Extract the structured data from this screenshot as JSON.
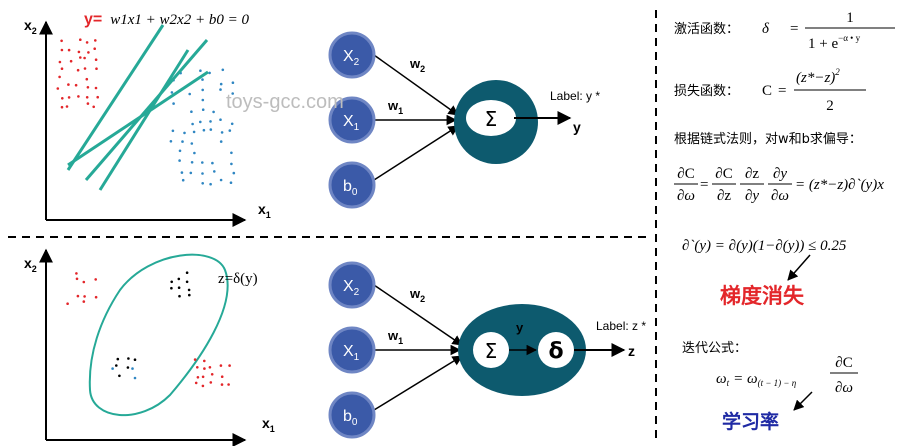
{
  "top_panel": {
    "y_axis": "x",
    "y_axis_sub": "2",
    "x_axis": "x",
    "x_axis_sub": "1",
    "equation_prefix": "y=",
    "equation": "w1x1 + w2x2 + b0 = 0",
    "nodes": [
      {
        "main": "X",
        "sub": "2"
      },
      {
        "main": "X",
        "sub": "1"
      },
      {
        "main": "b",
        "sub": "0"
      }
    ],
    "weights": [
      {
        "main": "w",
        "sub": "2"
      },
      {
        "main": "w",
        "sub": "1"
      }
    ],
    "sum_symbol": "Σ",
    "label": "Label: y *",
    "output": "y"
  },
  "bottom_panel": {
    "y_axis": "x",
    "y_axis_sub": "2",
    "x_axis": "x",
    "x_axis_sub": "1",
    "equation": "z=δ(y)",
    "nodes": [
      {
        "main": "X",
        "sub": "2"
      },
      {
        "main": "X",
        "sub": "1"
      },
      {
        "main": "b",
        "sub": "0"
      }
    ],
    "weights": [
      {
        "main": "w",
        "sub": "2"
      },
      {
        "main": "w",
        "sub": "1"
      }
    ],
    "sum_symbol": "Σ",
    "delta_symbol": "δ",
    "inner_label": "y",
    "label": "Label: z *",
    "output": "z"
  },
  "watermark": "toys-gcc.com",
  "formulas": {
    "activation_label": "激活函数：",
    "activation_lhs": "δ",
    "activation_eq": "=",
    "activation_num": "1",
    "activation_den": "1 + e",
    "activation_exp": "−α • y",
    "loss_label": "损失函数：",
    "loss_lhs": "C",
    "loss_eq": "=",
    "loss_num": "(z*−z)",
    "loss_pow": "2",
    "loss_den": "2",
    "chain_rule_text": "根据链式法则，对w和b求偏导：",
    "chain_f1_num": "∂C",
    "chain_f1_den": "∂ω",
    "chain_eq": "=",
    "chain_f2_num": "∂C",
    "chain_f2_den": "∂z",
    "chain_f3_num": "∂z",
    "chain_f3_den": "∂y",
    "chain_f4_num": "∂y",
    "chain_f4_den": "∂ω",
    "chain_rhs": "= (z*−z)∂`(y)x",
    "derivative": "∂`(y) = ∂(y)(1−∂(y)) ≤ 0.25",
    "vanishing": "梯度消失",
    "iteration_label": "迭代公式：",
    "iter_lhs": "ω",
    "iter_lhs_sub": "t",
    "iter_mid": "= ω",
    "iter_mid_sub": "(t − 1) − η",
    "iter_num": "∂C",
    "iter_den": "∂ω",
    "learning_rate": "学习率"
  },
  "colors": {
    "node_fill": "#3b5aa8",
    "node_stroke": "#6f86c4",
    "neuron_fill": "#0d5a6e",
    "teal_line": "#26a997",
    "red_dots": "#e3262a",
    "blue_dots": "#2f86c2",
    "highlight_red": "#e3262a",
    "highlight_blue": "#1f2aa4"
  }
}
